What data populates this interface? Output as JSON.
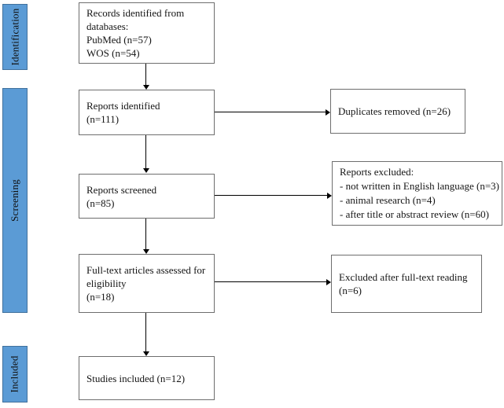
{
  "diagram": {
    "type": "prisma-flowchart",
    "stages": [
      {
        "label": "Identification"
      },
      {
        "label": "Screening"
      },
      {
        "label": "Included"
      }
    ],
    "boxes": {
      "records": {
        "lines": [
          "Records identified from",
          "databases:",
          "PubMed (n=57)",
          "WOS (n=54)"
        ]
      },
      "identified": {
        "lines": [
          "Reports identified",
          "(n=111)"
        ]
      },
      "duplicates": {
        "lines": [
          "Duplicates removed (n=26)"
        ]
      },
      "screened": {
        "lines": [
          "Reports screened",
          "(n=85)"
        ]
      },
      "excluded_screen": {
        "lines": [
          "Reports excluded:",
          "- not written in English language (n=3)",
          "- animal research (n=4)",
          "- after title or abstract review (n=60)"
        ]
      },
      "fulltext": {
        "lines": [
          "Full-text articles assessed for",
          "eligibility",
          "(n=18)"
        ]
      },
      "excluded_fulltext": {
        "lines": [
          "Excluded after full-text reading",
          "(n=6)"
        ]
      },
      "included": {
        "lines": [
          "Studies included (n=12)"
        ]
      }
    },
    "counts": {
      "pubmed": 57,
      "wos": 54,
      "identified": 111,
      "duplicates_removed": 26,
      "screened": 85,
      "excluded_not_english": 3,
      "excluded_animal": 4,
      "excluded_title_abstract": 60,
      "fulltext_assessed": 18,
      "excluded_fulltext": 6,
      "included_studies": 12
    },
    "colors": {
      "stage_fill": "#5B9BD5",
      "stage_border": "#41719C",
      "box_border": "#6e6e6e",
      "arrow": "#000000",
      "background": "#ffffff"
    }
  }
}
